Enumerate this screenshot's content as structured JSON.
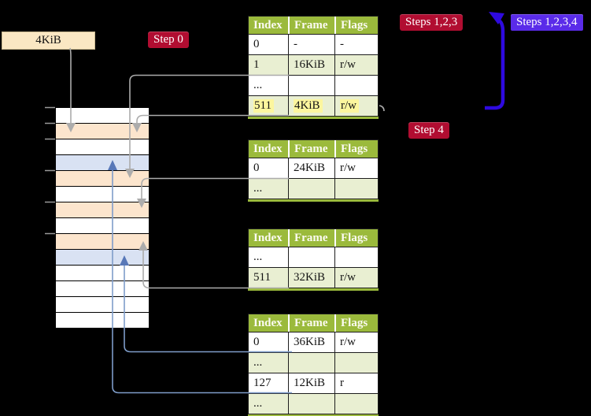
{
  "title": "Recursive page table mapping diagram",
  "labels": {
    "frame_size": "4KiB",
    "step0": "Step 0",
    "steps123": "Steps 1,2,3",
    "steps1234": "Steps 1,2,3,4",
    "step4": "Step 4"
  },
  "memory": {
    "rows": [
      "white",
      "peach",
      "white",
      "blue",
      "peach",
      "white",
      "peach",
      "white",
      "peach",
      "blue",
      "white",
      "white",
      "white",
      "white"
    ],
    "row_size": "4KiB"
  },
  "tables": [
    {
      "headers": [
        "Index",
        "Frame",
        "Flags"
      ],
      "rows": [
        {
          "cells": [
            "0",
            "-",
            "-"
          ],
          "shade": false,
          "highlight": false
        },
        {
          "cells": [
            "1",
            "16KiB",
            "r/w"
          ],
          "shade": true,
          "highlight": false
        },
        {
          "cells": [
            "...",
            "",
            ""
          ],
          "shade": false,
          "highlight": false
        },
        {
          "cells": [
            "511",
            "4KiB",
            "r/w"
          ],
          "shade": true,
          "highlight": true
        }
      ]
    },
    {
      "headers": [
        "Index",
        "Frame",
        "Flags"
      ],
      "rows": [
        {
          "cells": [
            "0",
            "24KiB",
            "r/w"
          ],
          "shade": false,
          "highlight": false
        },
        {
          "cells": [
            "...",
            "",
            ""
          ],
          "shade": true,
          "highlight": false
        }
      ]
    },
    {
      "headers": [
        "Index",
        "Frame",
        "Flags"
      ],
      "rows": [
        {
          "cells": [
            "...",
            "",
            ""
          ],
          "shade": false,
          "highlight": false
        },
        {
          "cells": [
            "511",
            "32KiB",
            "r/w"
          ],
          "shade": true,
          "highlight": false
        }
      ]
    },
    {
      "headers": [
        "Index",
        "Frame",
        "Flags"
      ],
      "rows": [
        {
          "cells": [
            "0",
            "36KiB",
            "r/w"
          ],
          "shade": false,
          "highlight": false
        },
        {
          "cells": [
            "...",
            "",
            ""
          ],
          "shade": true,
          "highlight": false
        },
        {
          "cells": [
            "127",
            "12KiB",
            "r"
          ],
          "shade": false,
          "highlight": false
        },
        {
          "cells": [
            "...",
            "",
            ""
          ],
          "shade": true,
          "highlight": false
        }
      ]
    }
  ],
  "connections": [
    {
      "from": "frame-size-label",
      "to": "memory-row-1-4KiB",
      "color": "gray"
    },
    {
      "from": "table-0-entry-1",
      "to": "memory-row-4-16KiB",
      "color": "gray"
    },
    {
      "from": "table-0-entry-511",
      "to": "memory-row-1-4KiB",
      "color": "gray"
    },
    {
      "from": "table-1-entry-0",
      "to": "memory-row-6-24KiB",
      "color": "gray"
    },
    {
      "from": "table-2-entry-511",
      "to": "memory-row-8-32KiB",
      "color": "gray"
    },
    {
      "from": "table-3-entry-0",
      "to": "memory-row-9-36KiB",
      "color": "blue"
    },
    {
      "from": "table-3-entry-127",
      "to": "memory-row-3-12KiB",
      "color": "blue"
    },
    {
      "from": "table-0-entry-511",
      "to": "table-0",
      "color": "indigo",
      "note": "recursive loop arrow"
    }
  ],
  "colors": {
    "header_green": "#9BBA3C",
    "row_green": "#E9EFD2",
    "peach": "#FCE5CD",
    "light_blue": "#D9E2F3",
    "wheat": "#FAE7C3",
    "crimson": "#B10D31",
    "blue_violet": "#5A2BE9",
    "arrow_blue": "#2E0ADF",
    "connector_gray": "#ABABAB",
    "connector_blue": "#7E9CC9",
    "connector_blue_head": "#5878B8",
    "highlight_yellow": "#FCF69E"
  }
}
